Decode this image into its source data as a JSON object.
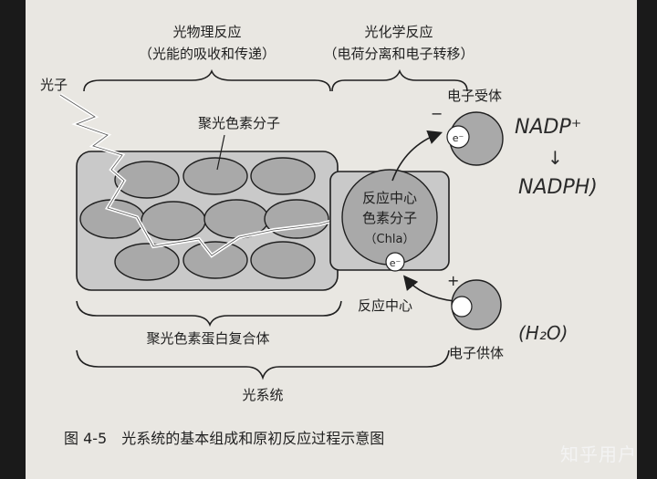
{
  "labels": {
    "physical_reaction": "光物理反应",
    "physical_reaction_sub": "（光能的吸收和传递）",
    "photochemical_reaction": "光化学反应",
    "photochemical_reaction_sub": "（电荷分离和电子转移）",
    "photon": "光子",
    "antenna_pigment": "聚光色素分子",
    "rc_line1": "反应中心",
    "rc_line2": "色素分子",
    "rc_line3": "（Chla）",
    "electron": "e⁻",
    "electron_acceptor": "电子受体",
    "electron_donor": "电子供体",
    "minus_sign": "−",
    "plus_sign": "+",
    "reaction_center": "反应中心",
    "lhc": "聚光色素蛋白复合体",
    "photosystem": "光系统",
    "caption": "图 4-5　光系统的基本组成和原初反应过程示意图"
  },
  "handwriting": {
    "acceptor_note": "NADP⁺",
    "arrow": "↓",
    "product_note": "NADPH)",
    "donor_note": "(H₂O)"
  },
  "watermark": "知乎用户",
  "colors": {
    "paper": "#e9e7e2",
    "box_fill": "#c9c9c9",
    "ellipse_fill": "#a9a9a9",
    "ink": "#1f1f1f"
  }
}
